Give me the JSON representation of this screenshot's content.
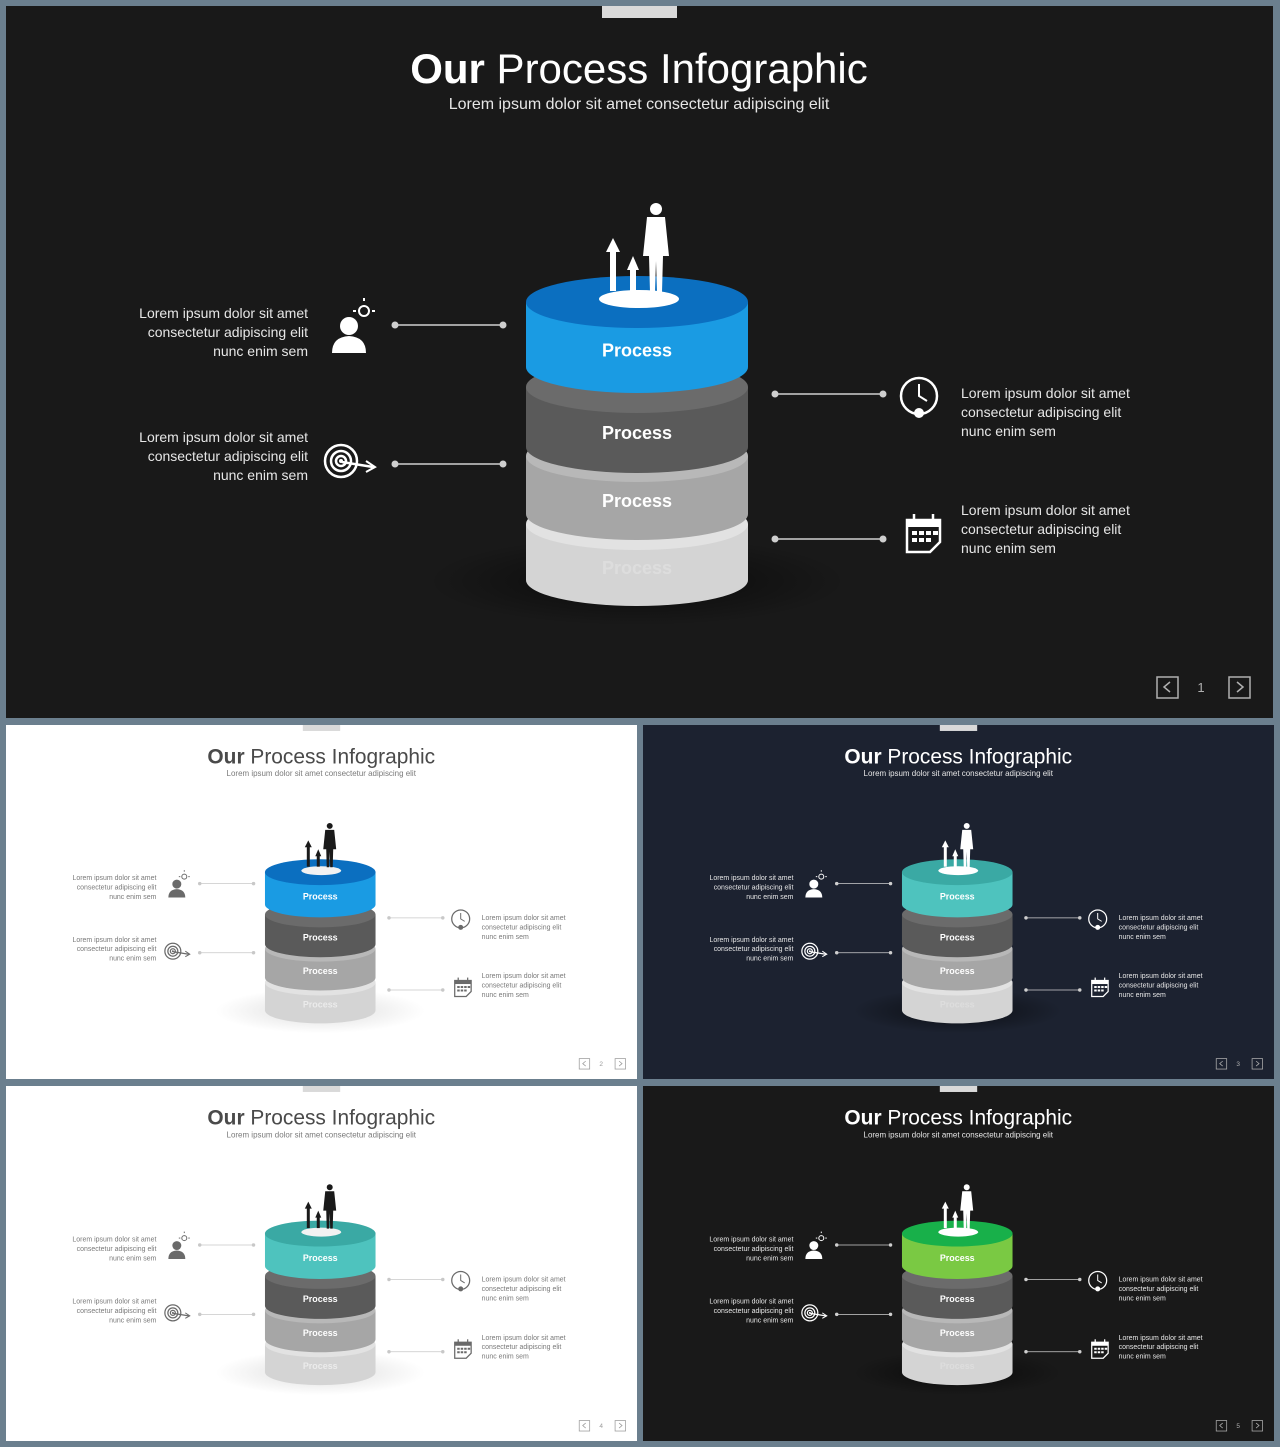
{
  "title_bold": "Our",
  "title_rest": " Process Infographic",
  "subtitle": "Lorem ipsum dolor sit amet consectetur adipiscing elit",
  "layer_label": "Process",
  "callouts": {
    "left_top": [
      "Lorem ipsum dolor sit amet",
      "consectetur adipiscing elit",
      "nunc enim sem"
    ],
    "left_bottom": [
      "Lorem ipsum dolor sit amet",
      "consectetur adipiscing elit",
      "nunc enim sem"
    ],
    "right_top": [
      "Lorem ipsum dolor sit amet",
      "consectetur adipiscing elit",
      "nunc enim sem"
    ],
    "right_bottom": [
      "Lorem ipsum dolor sit amet",
      "consectetur adipiscing elit",
      "nunc enim sem"
    ]
  },
  "icons": {
    "left_top": "idea-person-icon",
    "left_bottom": "target-icon",
    "right_top": "clock-icon",
    "right_bottom": "calendar-icon",
    "top": "businessman-growth-icon"
  },
  "slides": [
    {
      "theme": "dark",
      "accent": "#1a9be3",
      "accent_top": "#0b6fc0",
      "bg": "#191919",
      "page": "1"
    },
    {
      "theme": "light",
      "accent": "#1a9be3",
      "accent_top": "#0b6fc0",
      "bg": "#ffffff",
      "page": "2"
    },
    {
      "theme": "navy",
      "accent": "#4ec3be",
      "accent_top": "#3aa9a4",
      "bg": "#1c2230",
      "page": "3"
    },
    {
      "theme": "light",
      "accent": "#4ec3be",
      "accent_top": "#3aa9a4",
      "bg": "#ffffff",
      "page": "4"
    },
    {
      "theme": "dark",
      "accent": "#7ac943",
      "accent_top": "#18b04a",
      "bg": "#191919",
      "page": "5"
    }
  ],
  "navigation": {
    "prev_icon": "chevron-left-icon",
    "next_icon": "chevron-right-icon"
  }
}
